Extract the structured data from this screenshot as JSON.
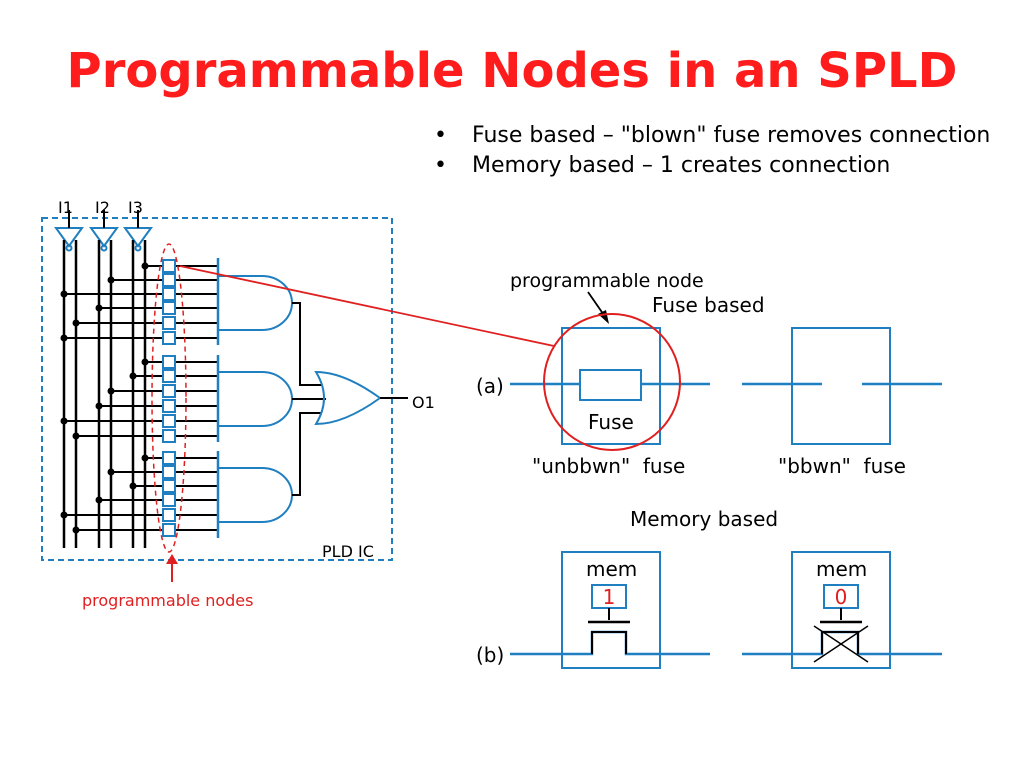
{
  "title": "Programmable Nodes in an SPLD",
  "bullets": [
    "Fuse based – \"blown\" fuse removes connection",
    "Memory based – 1 creates connection"
  ],
  "circuit": {
    "inputs": [
      "I1",
      "I2",
      "I3"
    ],
    "output": "O1",
    "chip_label": "PLD IC",
    "nodes_label": "programmable nodes"
  },
  "fuse_section": {
    "node_label": "programmable node",
    "heading": "Fuse based",
    "row_label": "(a)",
    "fuse_label": "Fuse",
    "unblown_caption": "\"unbbwn\"  fuse",
    "blown_caption": "\"bbwn\"  fuse"
  },
  "memory_section": {
    "heading": "Memory based",
    "row_label": "(b)",
    "mem_label_left": "mem",
    "mem_label_right": "mem",
    "bit_left": "1",
    "bit_right": "0"
  },
  "colors": {
    "title": "#ff1c1c",
    "accent_red": "#e02020",
    "blue": "#1f7fc0",
    "black": "#000000"
  }
}
